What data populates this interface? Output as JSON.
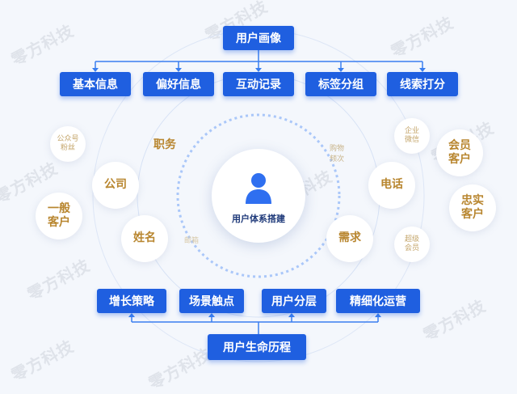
{
  "watermark": "零方科技",
  "top": {
    "root": "用户画像",
    "children": [
      "基本信息",
      "偏好信息",
      "互动记录",
      "标签分组",
      "线索打分"
    ]
  },
  "center": {
    "label": "用户体系搭建",
    "icon": "user-icon"
  },
  "bubbles": {
    "gongzhonghao": "公众号\n粉丝",
    "zhiwu": "职务",
    "gongsi": "公司",
    "yiban": "一般\n客户",
    "xingming": "姓名",
    "youxiang": "邮箱",
    "gouwu": "购物\n频次",
    "qiye": "企业\n微信",
    "huiyuan": "会员\n客户",
    "dianhua": "电话",
    "zhongshi": "忠实\n客户",
    "xuqiu": "需求",
    "chaoji": "超级\n会员"
  },
  "bottom": {
    "root": "用户生命历程",
    "children": [
      "增长策略",
      "场景触点",
      "用户分层",
      "精细化运营"
    ]
  },
  "colors": {
    "box_blue": "#1f5fe0",
    "line_blue": "#3b7ff0",
    "bubble_gold": "#b8862f",
    "background": "#f4f7fc"
  }
}
